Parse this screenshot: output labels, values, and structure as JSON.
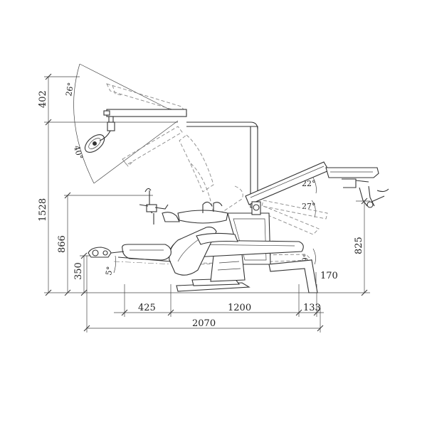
{
  "dimensions": {
    "vertical": {
      "d402": "402",
      "d1528": "1528",
      "d866": "866",
      "d350": "350",
      "d825": "825"
    },
    "horizontal": {
      "d425": "425",
      "d1200": "1200",
      "d133": "133",
      "d2070": "2070",
      "d170": "170"
    },
    "angles": {
      "a26": "26°",
      "a40": "40°",
      "a22": "22°",
      "a27": "27°",
      "a9": "9°",
      "a5": "5°"
    }
  }
}
